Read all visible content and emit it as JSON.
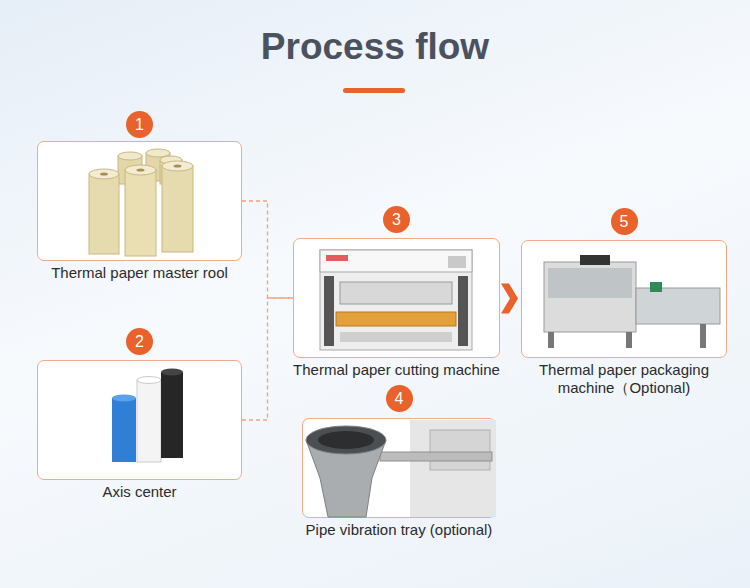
{
  "diagram": {
    "title": "Process flow",
    "nodes": [
      {
        "text": [
          "1",
          "Thermal paper master rool"
        ]
      },
      {
        "text": [
          "2",
          "Axis center"
        ]
      },
      {
        "text": [
          "3",
          "Thermal paper cutting machine"
        ]
      },
      {
        "text": [
          "4",
          "Pipe vibration tray (optional)"
        ]
      },
      {
        "text": [
          "5",
          "Thermal paper packaging machine（Optional)"
        ]
      }
    ],
    "edges": [
      {
        "from": 0,
        "to": 2,
        "arrow": "none"
      },
      {
        "from": 1,
        "to": 2,
        "arrow": "none"
      },
      {
        "from": 2,
        "to": 4,
        "arrow": "to"
      }
    ]
  }
}
